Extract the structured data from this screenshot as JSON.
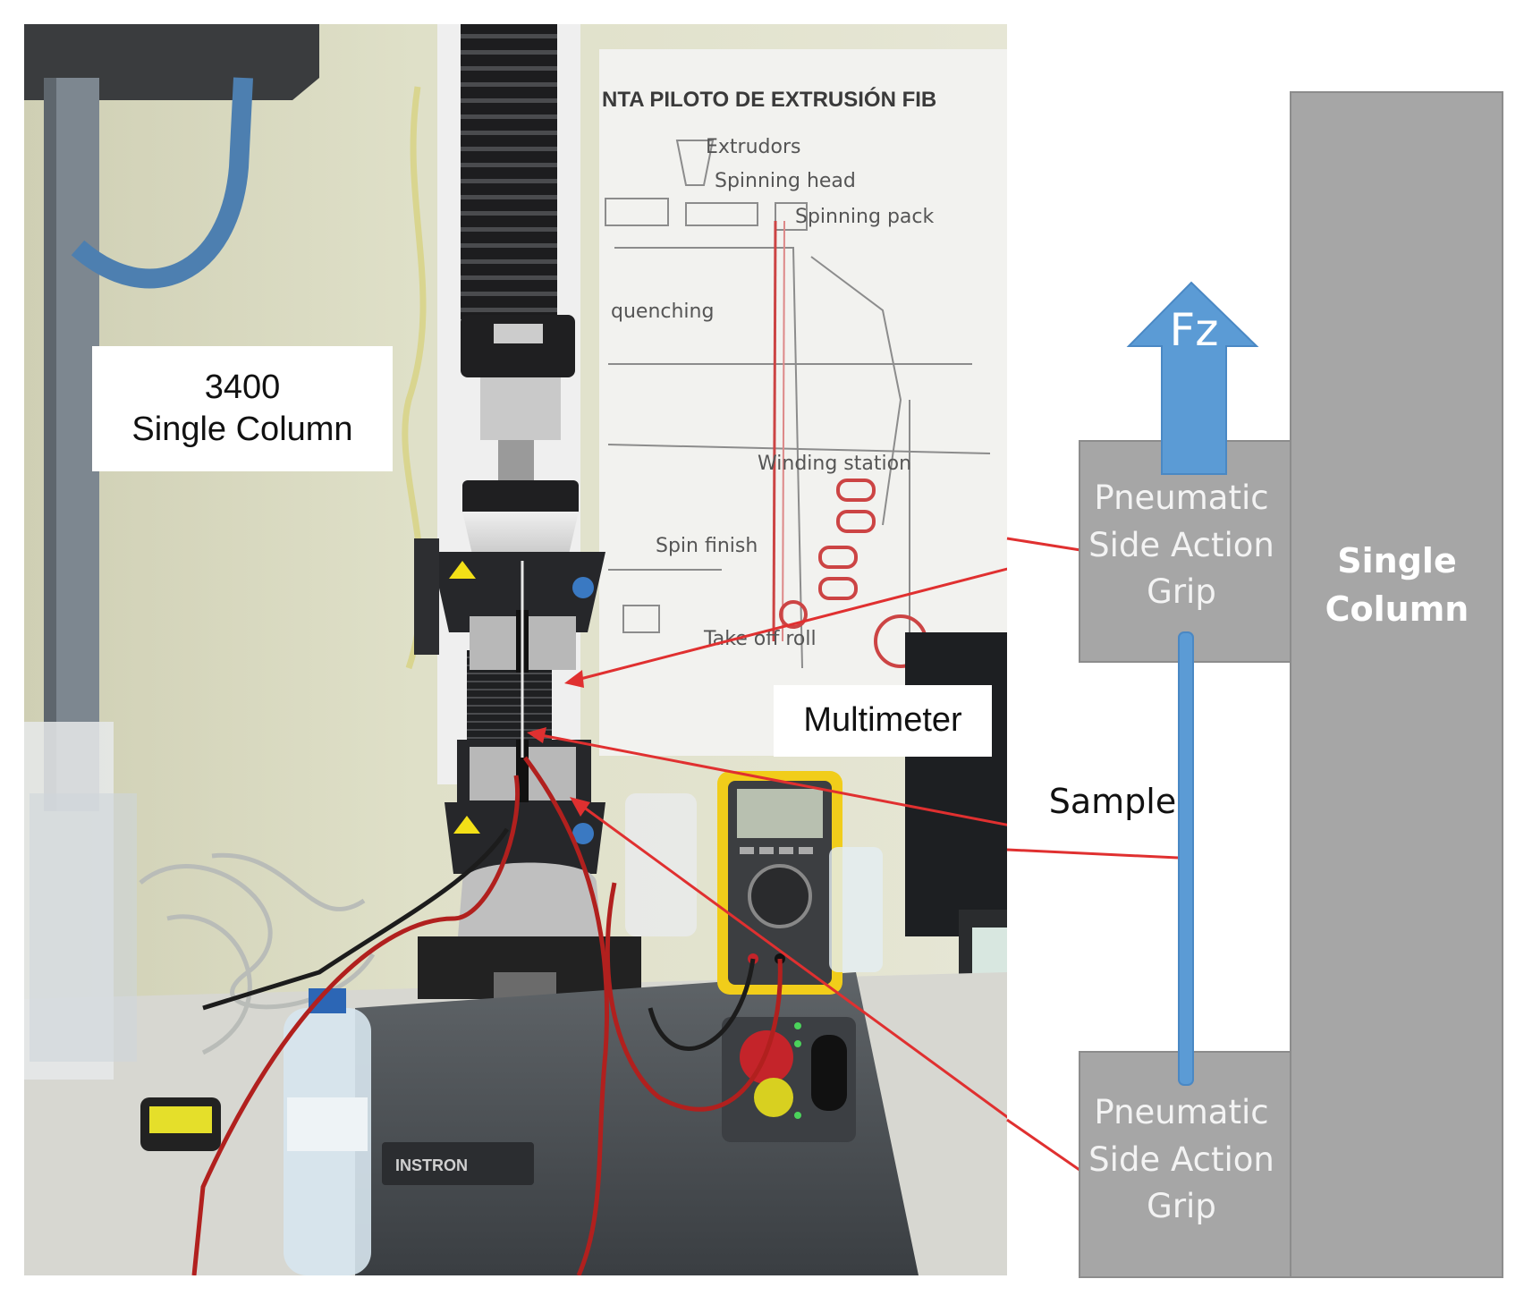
{
  "photo": {
    "callout_model": [
      "3400",
      "Single Column"
    ],
    "callout_multimeter": "Multimeter",
    "poster_lines": [
      "NTA  PILOTO DE EXTRUSIÓN FIB",
      "Extrudors",
      "Spinning head",
      "Spinning pack",
      "quenching",
      "Winding station",
      "Spin finish",
      "Take off roll"
    ],
    "brand": "INSTRON"
  },
  "schematic": {
    "force_label": "Fz",
    "grip_top": [
      "Pneumatic",
      "Side Action",
      "Grip"
    ],
    "grip_bottom": [
      "Pneumatic",
      "Side Action",
      "Grip"
    ],
    "column": [
      "Single",
      "Column"
    ],
    "sample": "Sample"
  },
  "colors": {
    "block_gray": "#a6a6a6",
    "block_border": "#8c8c8c",
    "arrow_blue": "#5b9bd5",
    "pointer_red": "#e03030"
  }
}
